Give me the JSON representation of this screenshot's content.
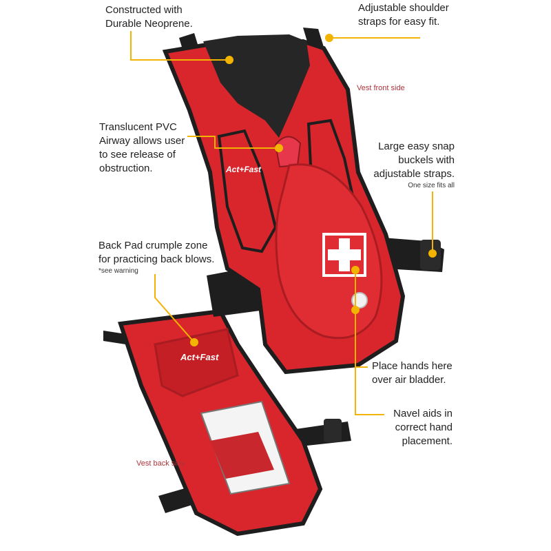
{
  "callouts": {
    "neoprene": {
      "lines": [
        "Constructed with",
        "Durable Neoprene."
      ]
    },
    "shoulder": {
      "lines": [
        "Adjustable shoulder",
        "straps for easy fit."
      ]
    },
    "airway": {
      "lines": [
        "Translucent PVC",
        "Airway allows user",
        "to see release of",
        "obstruction."
      ]
    },
    "buckles": {
      "lines": [
        "Large easy snap",
        "buckels with",
        "adjustable straps."
      ],
      "note": "One size fits all"
    },
    "backpad": {
      "lines": [
        "Back Pad crumple zone",
        "for practicing back blows."
      ],
      "note": "*see warning"
    },
    "hands": {
      "lines": [
        "Place hands here",
        "over air bladder."
      ]
    },
    "navel": {
      "lines": [
        "Navel aids in",
        "correct hand",
        "placement."
      ]
    }
  },
  "labels": {
    "front": "Vest front side",
    "back": "Vest back side",
    "brand": "Act+Fast"
  },
  "colors": {
    "vest_red": "#d8262c",
    "vest_dark_red": "#a81c22",
    "strap_black": "#1e1e1e",
    "leader_yellow": "#f2b400",
    "label_red": "#b0333a"
  },
  "icons": [
    "first-aid-cross-icon",
    "navel-button-icon",
    "snap-buckle-icon"
  ]
}
